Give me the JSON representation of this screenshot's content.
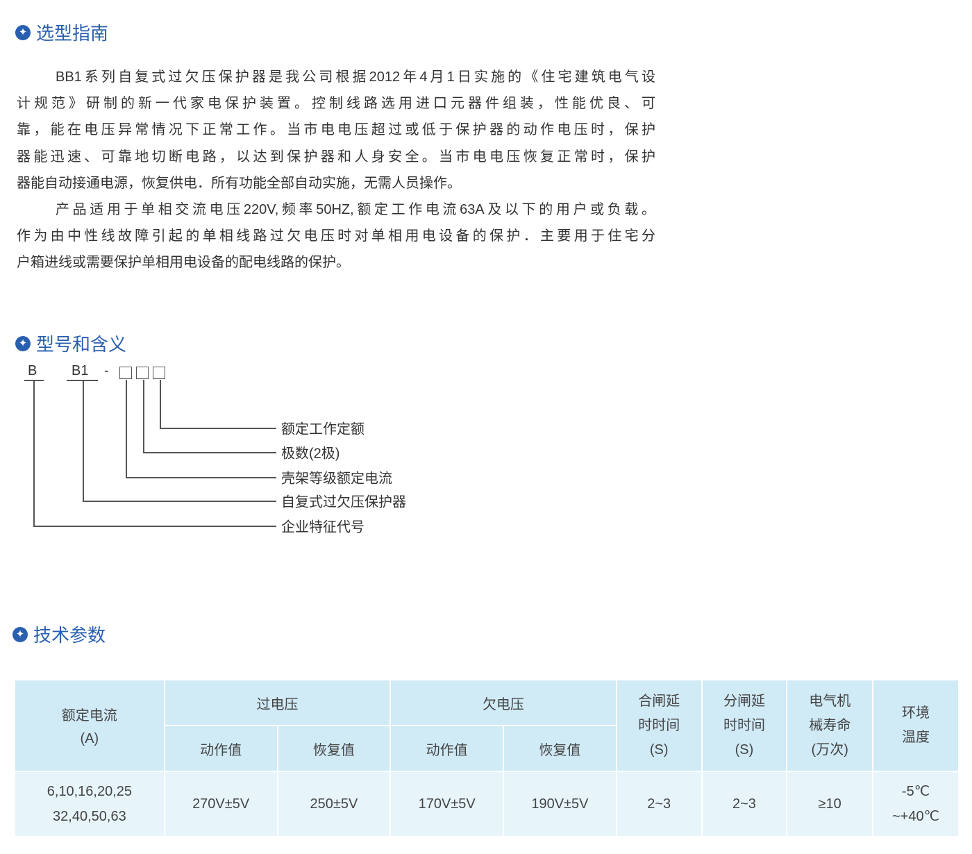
{
  "sections": {
    "guide": "选型指南",
    "model": "型号和含义",
    "tech": "技术参数"
  },
  "guide_lines": [
    "BB1系列自复式过欠压保护器是我公司根据2012年4月1日实施的《住宅建筑电气设",
    "计规范》研制的新一代家电保护装置。控制线路选用进口元器件组装，性能优良、可",
    "靠，能在电压异常情况下正常工作。当市电电压超过或低于保护器的动作电压时，保护",
    "器能迅速、可靠地切断电路，以达到保护器和人身安全。当市电电压恢复正常时，保护",
    "器能自动接通电源，恢复供电．所有功能全部自动实施，无需人员操作。",
    "产品适用于单相交流电压220V,频率50HZ,额定工作电流63A及以下的用户或负载。",
    "作为由中性线故障引起的单相线路过欠电压时对单相用电设备的保护．主要用于住宅分",
    "户箱进线或需要保护单相用电设备的配电线路的保护。"
  ],
  "model": {
    "code_b": "B",
    "code_b1": "B1",
    "dash": "-",
    "labels": [
      "额定工作定额",
      "极数(2极)",
      "壳架等级额定电流",
      "自复式过欠压保护器",
      "企业特征代号"
    ]
  },
  "table": {
    "h_current": "额定电流",
    "h_current_unit": "(A)",
    "h_over": "过电压",
    "h_under": "欠电压",
    "h_close": [
      "合闸延",
      "时时间",
      "(S)"
    ],
    "h_open": [
      "分闸延",
      "时时间",
      "(S)"
    ],
    "h_life": [
      "电气机",
      "械寿命",
      "(万次)"
    ],
    "h_temp": [
      "环境",
      "温度"
    ],
    "h_act": "动作值",
    "h_rec": "恢复值",
    "row": {
      "current": [
        "6,10,16,20,25",
        "32,40,50,63"
      ],
      "over_act": "270V±5V",
      "over_rec": "250±5V",
      "under_act": "170V±5V",
      "under_rec": "190V±5V",
      "close": "2~3",
      "open": "2~3",
      "life": "≥10",
      "temp": [
        "-5℃",
        "~+40℃"
      ]
    }
  }
}
